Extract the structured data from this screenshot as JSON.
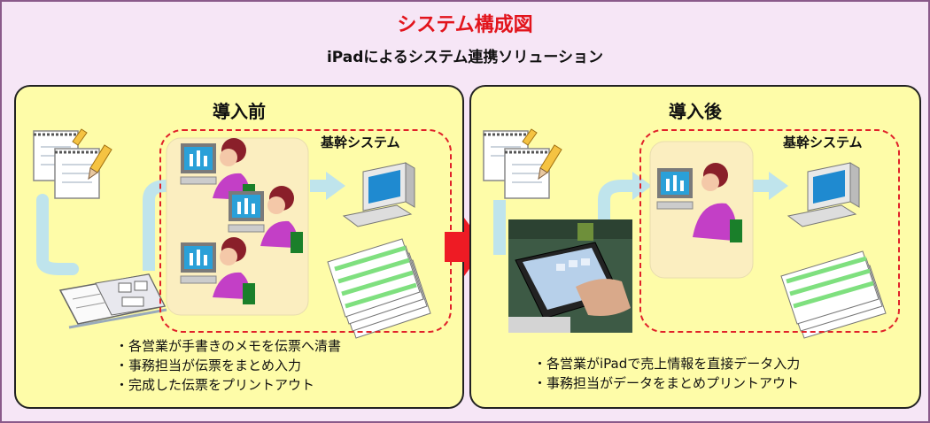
{
  "title": "システム構成図",
  "subtitle": "iPadによるシステム連携ソリューション",
  "before": {
    "heading": "導入前",
    "system_label": "基幹システム",
    "bullets": [
      "・各営業が手書きのメモを伝票へ清書",
      "・事務担当が伝票をまとめ入力",
      "・完成した伝票をプリントアウト"
    ]
  },
  "after": {
    "heading": "導入後",
    "system_label": "基幹システム",
    "bullets": [
      "・各営業がiPadで売上情報を直接データ入力",
      "・事務担当がデータをまとめプリントアウト"
    ]
  },
  "colors": {
    "title_red": "#e2141c",
    "background": "#f6e6f6",
    "panel": "#fefca8",
    "arrow_light_blue": "#bfe4ec",
    "arrow_red": "#ee1b24",
    "dashed_border": "#e0222a",
    "paper_green": "#7fe07f"
  }
}
